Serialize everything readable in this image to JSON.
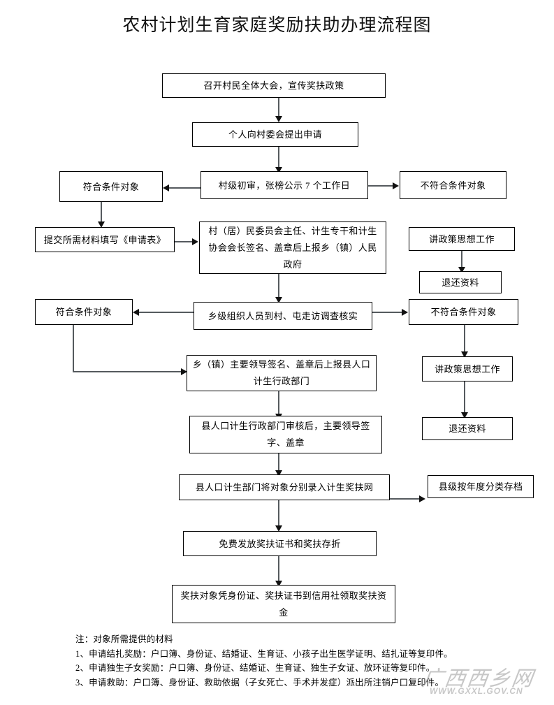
{
  "title": "农村计划生育家庭奖励扶助办理流程图",
  "nodes": {
    "n1": "召开村民全体大会，宣传奖扶政策",
    "n2": "个人向村委会提出申请",
    "n3": "村级初审，张榜公示 7 个工作日",
    "n3_left": "符合条件对象",
    "n3_right": "不符合条件对象",
    "n4": "提交所需材料填写《申请表》",
    "n5": "村（居）民委员会主任、计生专干和计生协会会长签名、盖章后上报乡（镇）人民政府",
    "n6": "讲政策思想工作",
    "n7": "退还资料",
    "n8": "乡级组织人员到村、屯走访调查核实",
    "n8_left": "符合条件对象",
    "n8_right": "不符合条件对象",
    "n9": "乡（镇）主要领导签名、盖章后上报县人口计生行政部门",
    "n10": "讲政策思想工作",
    "n11": "退还资料",
    "n12": "县人口计生行政部门审核后，主要领导签字、盖章",
    "n13": "县人口计生部门将对象分别录入计生奖扶网",
    "n13_right": "县级按年度分类存档",
    "n14": "免费发放奖扶证书和奖扶存折",
    "n15": "奖扶对象凭身份证、奖扶证书到信用社领取奖扶资金"
  },
  "notes": {
    "header": "注：对象所需提供的材料",
    "items": [
      "1、申请结扎奖励：户口簿、身份证、结婚证、生育证、小孩子出生医学证明、结扎证等复印件。",
      "2、申请独生子女奖励：户口簿、身份证、结婚证、生育证、独生子女证、放环证等复印件。",
      "3、申请救助：户口簿、身份证、救助依据（子女死亡、手术并发症）派出所注销户口复印件。"
    ]
  },
  "watermark": {
    "text_cn": "广西西乡网",
    "url": "WWW.GXXL.GOV.CN"
  },
  "colors": {
    "background": "#ffffff",
    "border": "#000000",
    "connector": "#555a5e",
    "text": "#000000",
    "watermark": "#9a9a9a"
  }
}
